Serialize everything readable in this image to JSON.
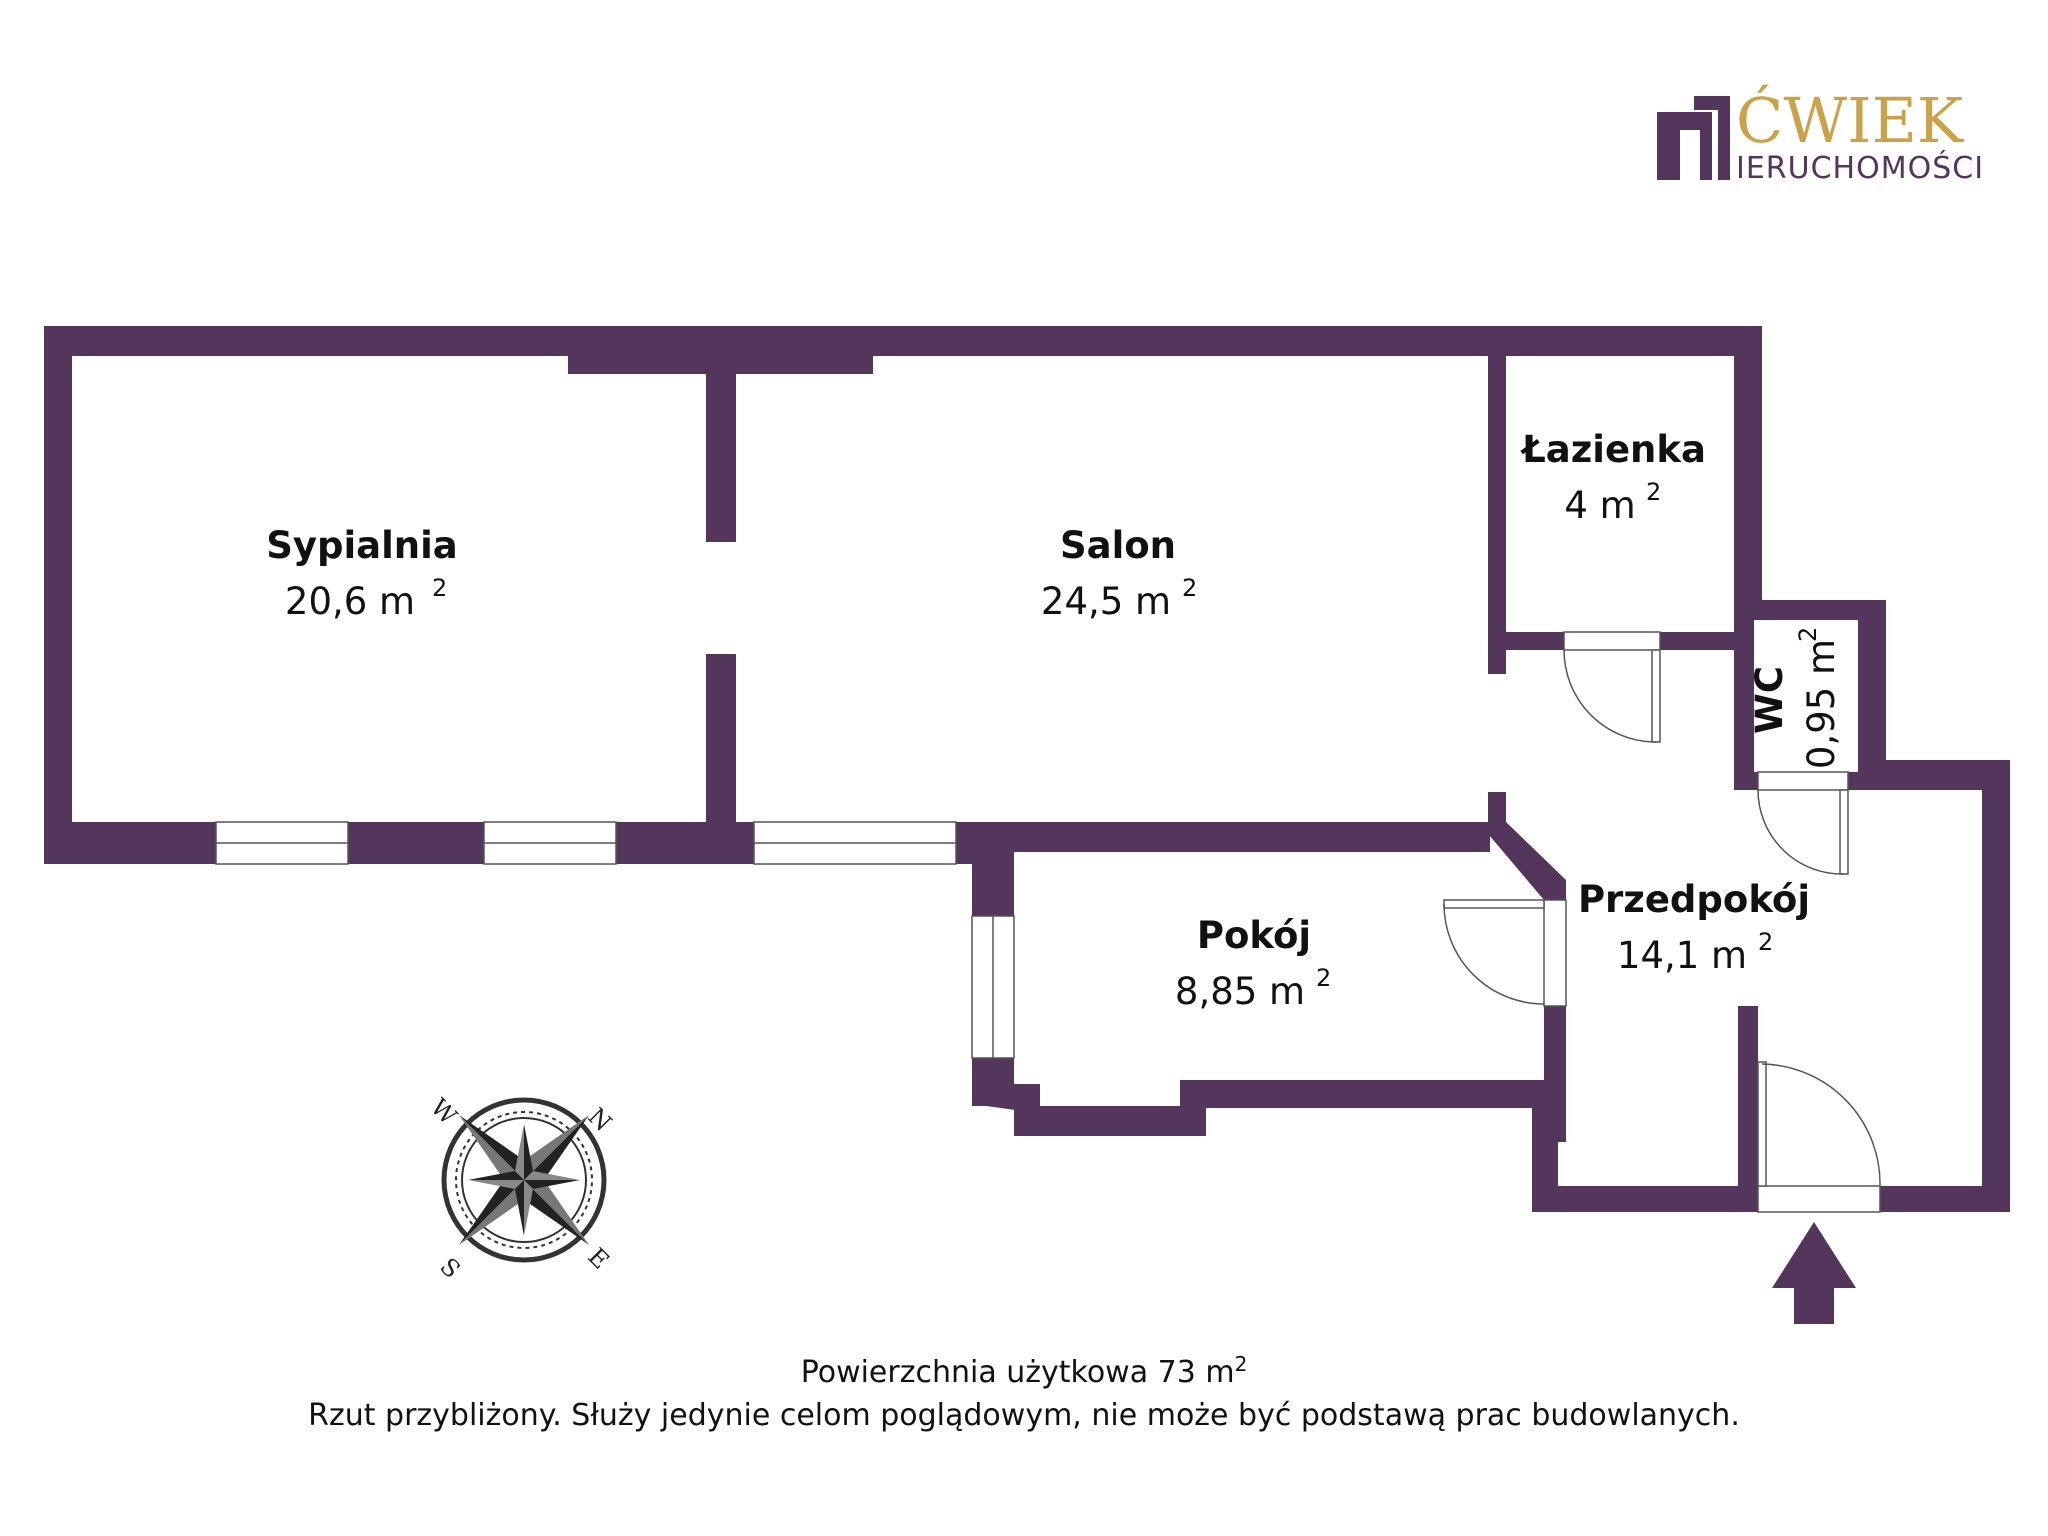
{
  "logo": {
    "brand": "ĆWIEK",
    "subtitle": "IERUCHOMOŚCI",
    "color_primary": "#54355b",
    "color_gold": "#c9a24a"
  },
  "rooms": [
    {
      "name": "Sypialnia",
      "area": "20,6 m",
      "unit_power": "2"
    },
    {
      "name": "Salon",
      "area": "24,5 m",
      "unit_power": "2"
    },
    {
      "name": "Łazienka",
      "area": "4 m",
      "unit_power": "2"
    },
    {
      "name": "WC",
      "area": "0,95 m",
      "unit_power": "2"
    },
    {
      "name": "Pokój",
      "area": "8,85 m",
      "unit_power": "2"
    },
    {
      "name": "Przedpokój",
      "area": "14,1 m",
      "unit_power": "2"
    }
  ],
  "compass": {
    "n": "N",
    "s": "S",
    "e": "E",
    "w": "W"
  },
  "footer": {
    "usable_area_label": "Powierzchnia użytkowa  73 m",
    "usable_area_power": "2",
    "disclaimer": "Rzut przybliżony. Służy jedynie celom poglądowym, nie może być podstawą prac budowlanych."
  },
  "colors": {
    "wall": "#54355b",
    "window": "#ffffff",
    "door_line": "#555555"
  }
}
